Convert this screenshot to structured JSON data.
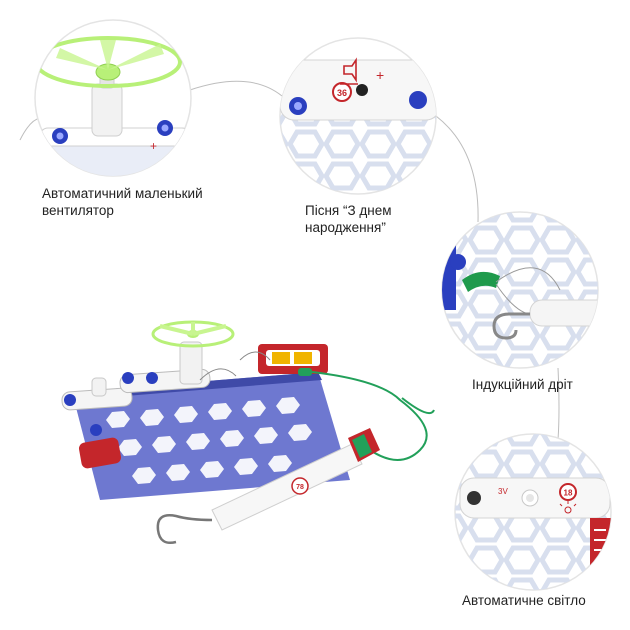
{
  "captions": {
    "fan": {
      "line1": "Автоматичний маленький",
      "line2": "вентилятор"
    },
    "song": {
      "line1": "Пісня “З днем",
      "line2": "народження”"
    },
    "wire": {
      "line1": "Індукційний дріт"
    },
    "light": {
      "line1": "Автоматичне світло"
    }
  },
  "part_labels": {
    "speaker_number": "36",
    "speaker_polarity": "+",
    "fan_polarity": "+",
    "light_number": "18",
    "light_voltage": "3V",
    "wand_number": "78"
  },
  "colors": {
    "board_blue": "#5560c8",
    "snap_red": "#c4262b",
    "fan_green": "#b8f078",
    "wire_green": "#22a05a",
    "connector_blue": "#2a3fbf"
  }
}
